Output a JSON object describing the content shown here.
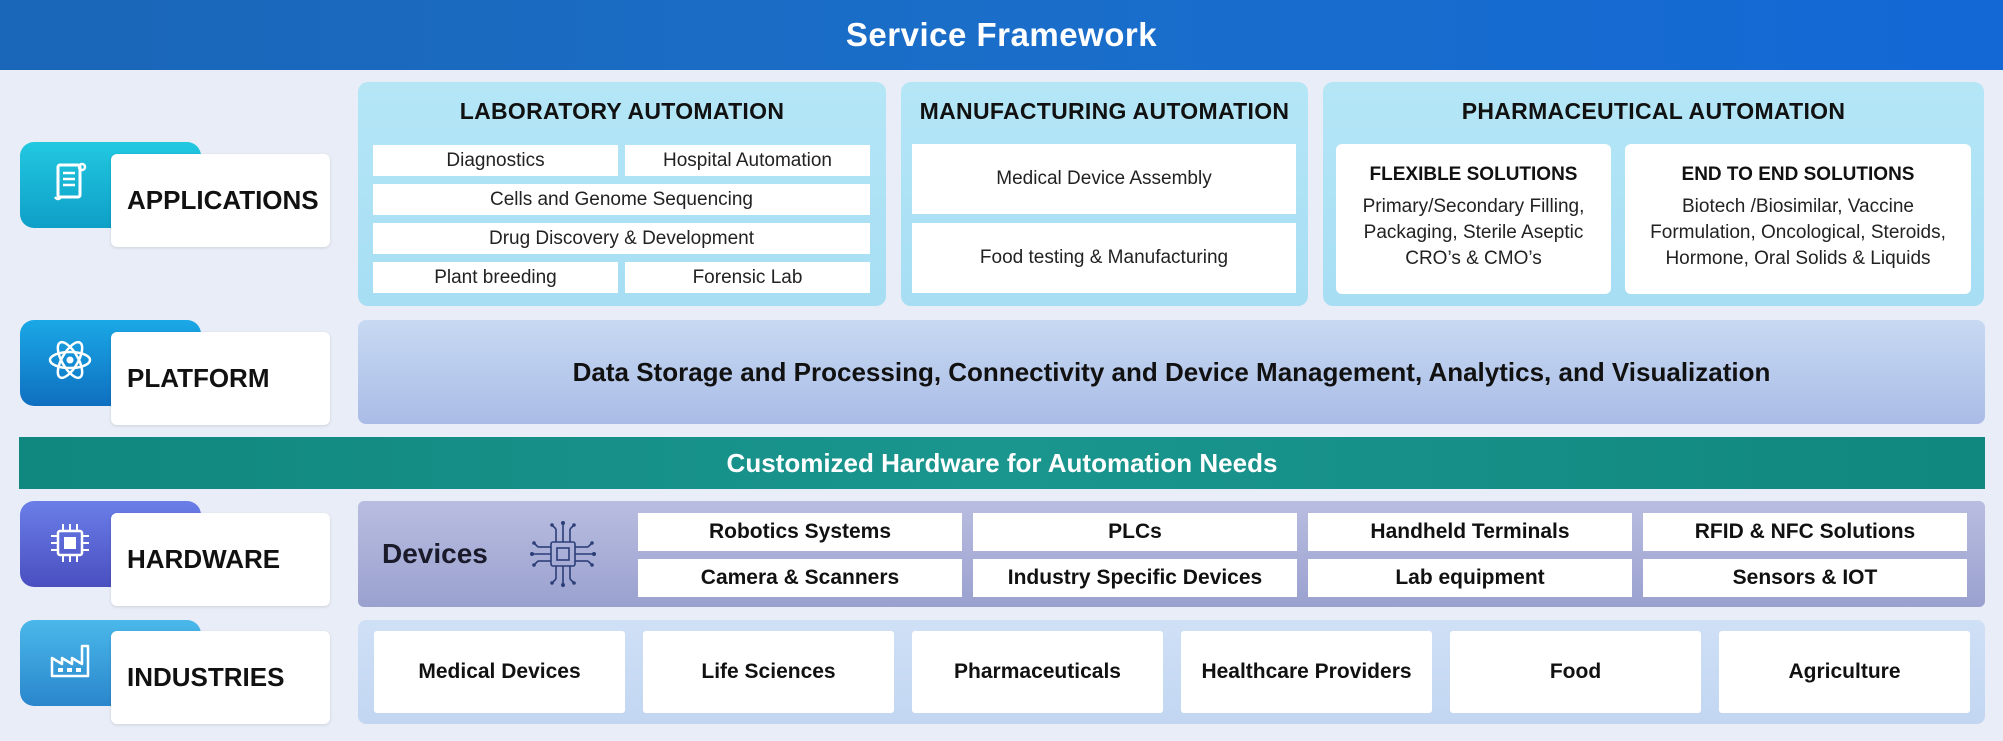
{
  "header": {
    "title": "Service Framework"
  },
  "rows": {
    "applications": {
      "label": "APPLICATIONS",
      "icon": "document-scroll-icon"
    },
    "platform": {
      "label": "PLATFORM",
      "icon": "atom-icon"
    },
    "hardware": {
      "label": "HARDWARE",
      "icon": "chip-icon"
    },
    "industries": {
      "label": "INDUSTRIES",
      "icon": "factory-icon"
    }
  },
  "laboratory": {
    "title": "LABORATORY AUTOMATION",
    "items": [
      "Diagnostics",
      "Hospital Automation",
      "Cells and Genome Sequencing",
      "Drug Discovery & Development",
      "Plant breeding",
      "Forensic Lab"
    ]
  },
  "manufacturing": {
    "title": "MANUFACTURING AUTOMATION",
    "items": [
      "Medical Device Assembly",
      "Food testing & Manufacturing"
    ]
  },
  "pharmaceutical": {
    "title": "PHARMACEUTICAL AUTOMATION",
    "flexible": {
      "title": "FLEXIBLE SOLUTIONS",
      "lines": [
        "Primary/Secondary Filling,",
        "Packaging, Sterile Aseptic",
        "CRO’s & CMO’s"
      ]
    },
    "end_to_end": {
      "title": "END TO END SOLUTIONS",
      "lines": [
        "Biotech /Biosimilar, Vaccine",
        "Formulation, Oncological, Steroids,",
        "Hormone, Oral Solids & Liquids"
      ]
    }
  },
  "platform_text": "Data Storage and Processing, Connectivity and Device Management, Analytics, and Visualization",
  "customized_hardware": "Customized Hardware for Automation Needs",
  "hardware": {
    "devices_label": "Devices",
    "devices_icon": "circuit-chip-icon",
    "items": [
      "Robotics Systems",
      "PLCs",
      "Handheld Terminals",
      "RFID & NFC Solutions",
      "Camera & Scanners",
      "Industry Specific Devices",
      "Lab equipment",
      "Sensors & IOT"
    ]
  },
  "industries": {
    "items": [
      "Medical Devices",
      "Life Sciences",
      "Pharmaceuticals",
      "Healthcare Providers",
      "Food",
      "Agriculture"
    ]
  },
  "colors": {
    "header": "#1a6ec9",
    "teal_bar": "#10877f",
    "app_panel": "#a7def4",
    "platform_panel": "#b4c6ec",
    "hardware_panel": "#a9afd7",
    "industries_panel": "#c8dbf4"
  }
}
